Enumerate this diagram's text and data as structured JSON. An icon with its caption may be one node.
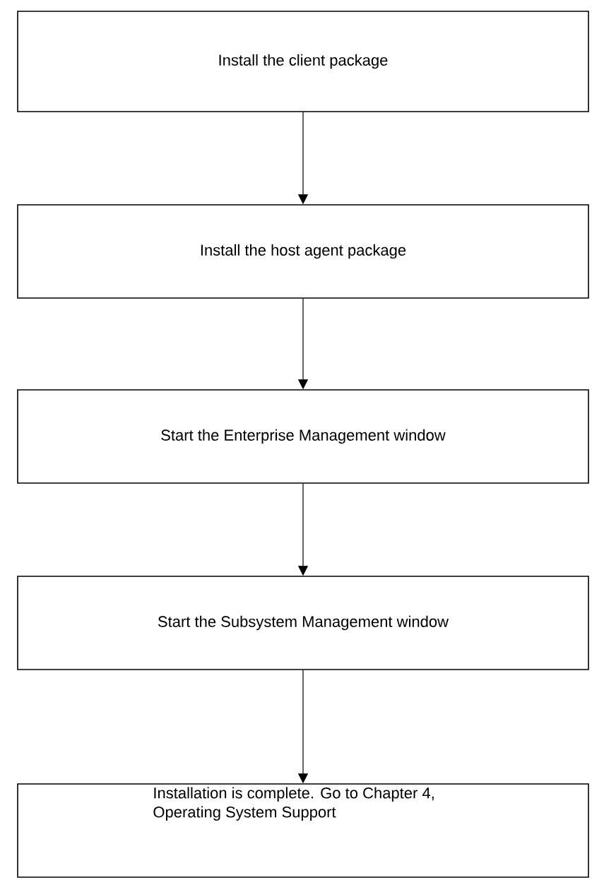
{
  "diagram": {
    "nodes": [
      {
        "text": [
          "Install the client package"
        ]
      },
      {
        "text": [
          "Install the host agent package"
        ]
      },
      {
        "text": [
          "Start the Enterprise Management window"
        ]
      },
      {
        "text": [
          "Start the Subsystem Management window"
        ]
      },
      {
        "text": [
          "Installation is complete. Go to Chapter 4, Operating System Support"
        ]
      }
    ],
    "edges": [
      {
        "from": 0,
        "to": 1,
        "arrow": "to"
      },
      {
        "from": 1,
        "to": 2,
        "arrow": "to"
      },
      {
        "from": 2,
        "to": 3,
        "arrow": "to"
      },
      {
        "from": 3,
        "to": 4,
        "arrow": "to"
      }
    ]
  }
}
